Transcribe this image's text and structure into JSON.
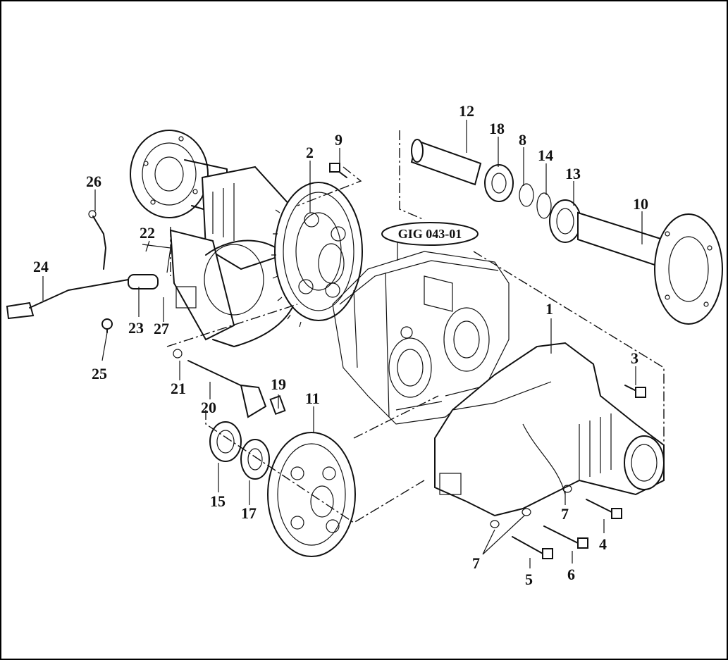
{
  "diagram": {
    "reference_code": "GIG 043-01",
    "parts": [
      {
        "id": "p1",
        "label": "1"
      },
      {
        "id": "p2",
        "label": "2"
      },
      {
        "id": "p3",
        "label": "3"
      },
      {
        "id": "p4",
        "label": "4"
      },
      {
        "id": "p5",
        "label": "5"
      },
      {
        "id": "p6",
        "label": "6"
      },
      {
        "id": "p7a",
        "label": "7"
      },
      {
        "id": "p7b",
        "label": "7"
      },
      {
        "id": "p8",
        "label": "8"
      },
      {
        "id": "p9",
        "label": "9"
      },
      {
        "id": "p10",
        "label": "10"
      },
      {
        "id": "p11",
        "label": "11"
      },
      {
        "id": "p12",
        "label": "12"
      },
      {
        "id": "p13",
        "label": "13"
      },
      {
        "id": "p14",
        "label": "14"
      },
      {
        "id": "p15",
        "label": "15"
      },
      {
        "id": "p17",
        "label": "17"
      },
      {
        "id": "p18",
        "label": "18"
      },
      {
        "id": "p19",
        "label": "19"
      },
      {
        "id": "p20",
        "label": "20"
      },
      {
        "id": "p21",
        "label": "21"
      },
      {
        "id": "p22",
        "label": "22"
      },
      {
        "id": "p23",
        "label": "23"
      },
      {
        "id": "p24",
        "label": "24"
      },
      {
        "id": "p25",
        "label": "25"
      },
      {
        "id": "p26",
        "label": "26"
      },
      {
        "id": "p27",
        "label": "27"
      }
    ]
  }
}
